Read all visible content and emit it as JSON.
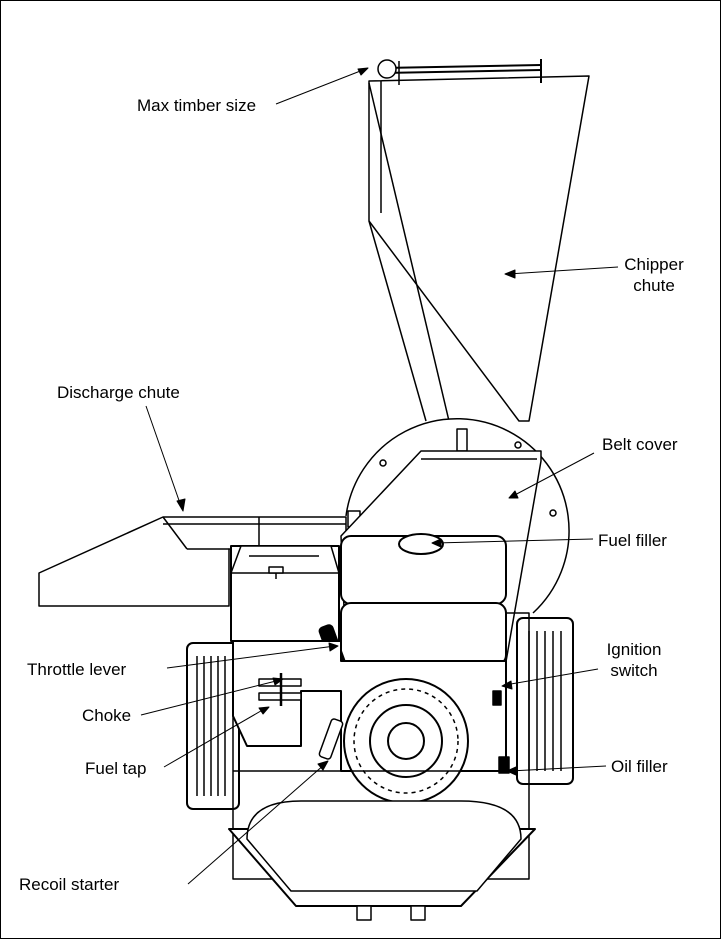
{
  "labels": {
    "max_timber_size": "Max timber size",
    "chipper_chute_line1": "Chipper",
    "chipper_chute_line2": "chute",
    "discharge_chute": "Discharge chute",
    "belt_cover": "Belt cover",
    "fuel_filler": "Fuel filler",
    "throttle_lever": "Throttle lever",
    "ignition_switch_line1": "Ignition",
    "ignition_switch_line2": "switch",
    "choke": "Choke",
    "oil_filler": "Oil filler",
    "fuel_tap": "Fuel tap",
    "recoil_starter": "Recoil starter"
  },
  "colors": {
    "ink": "#000000",
    "paper": "#ffffff"
  }
}
